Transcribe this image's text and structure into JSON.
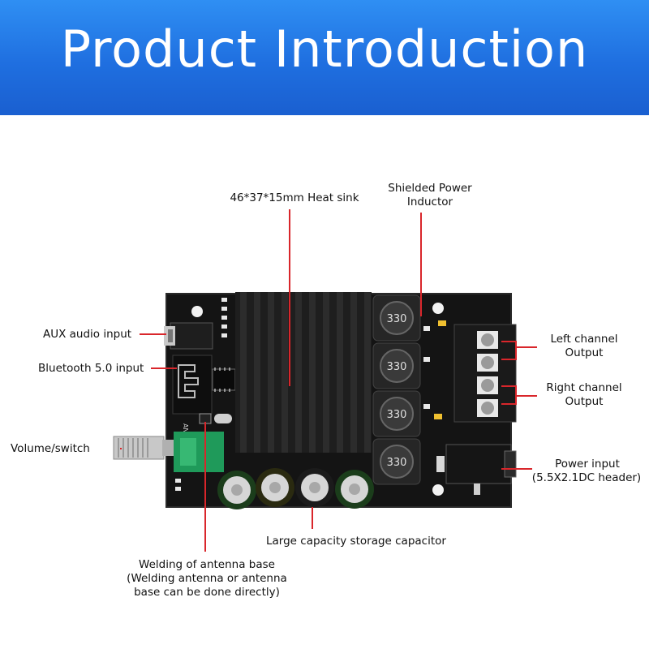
{
  "header": {
    "title": "Product Introduction"
  },
  "colors": {
    "banner": "#1f6fe0",
    "leader": "#d9262b",
    "board": "#111111",
    "heatsink": "#1c1c1c"
  },
  "labels": {
    "heatsink": "46*37*15mm Heat sink",
    "inductor_1": "Shielded Power",
    "inductor_2": "Inductor",
    "aux": "AUX audio input",
    "bluetooth": "Bluetooth 5.0 input",
    "volume": "Volume/switch",
    "left_1": "Left channel",
    "left_2": "Output",
    "right_1": "Right channel",
    "right_2": "Output",
    "power_1": "Power input",
    "power_2": "(5.5X2.1DC header)",
    "capacitor": "Large capacity storage capacitor",
    "antenna_1": "Welding of antenna base",
    "antenna_2": "(Welding antenna or antenna",
    "antenna_3": "base can be done directly)"
  },
  "board_marks": {
    "inductor_code": "330",
    "antenna_mark": "ANT"
  }
}
